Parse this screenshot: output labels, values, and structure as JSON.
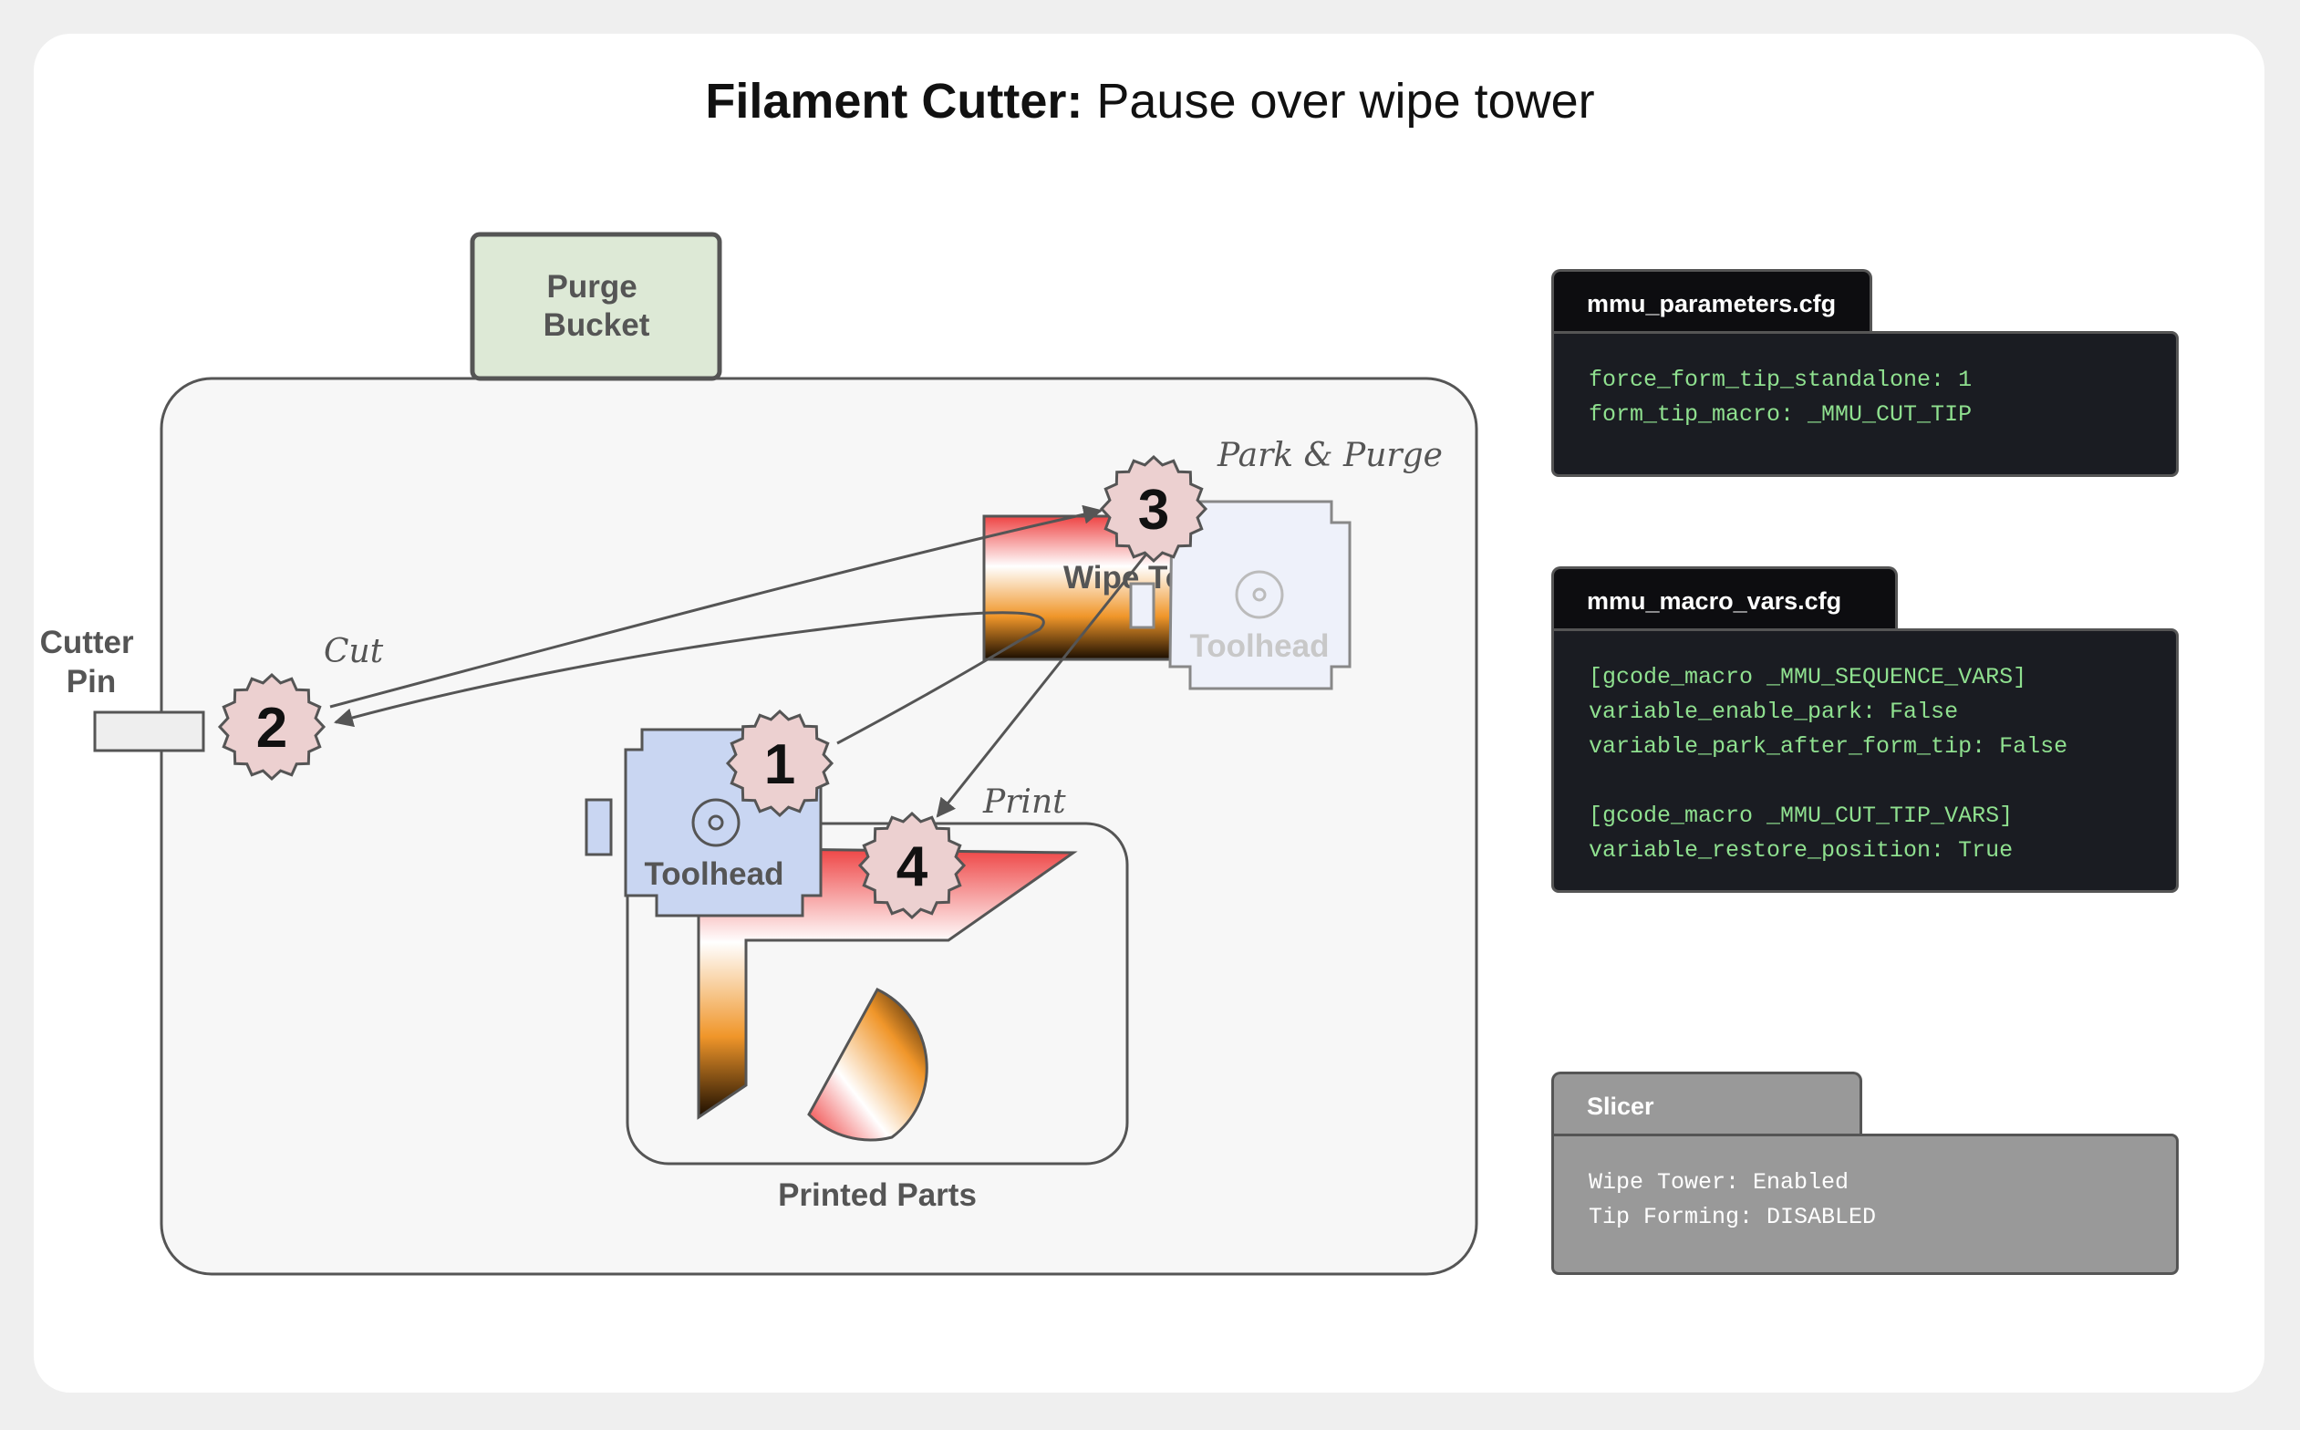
{
  "title": {
    "bold": "Filament Cutter:",
    "rest": " Pause over wipe tower"
  },
  "diagram": {
    "purge_bucket": "Purge\nBucket",
    "cutter_pin": "Cutter\nPin",
    "wipe_tower": "Wipe Tower",
    "toolhead_active": "Toolhead",
    "toolhead_ghost": "Toolhead",
    "printed_parts": "Printed Parts",
    "step_labels": {
      "cut": "Cut",
      "park": "Park & Purge",
      "print": "Print"
    },
    "steps": [
      "1",
      "2",
      "3",
      "4"
    ]
  },
  "panels": {
    "params": {
      "tab": "mmu_parameters.cfg",
      "lines": [
        "force_form_tip_standalone: 1",
        "form_tip_macro: _MMU_CUT_TIP"
      ]
    },
    "macro_vars": {
      "tab": "mmu_macro_vars.cfg",
      "lines": [
        "[gcode_macro _MMU_SEQUENCE_VARS]",
        "variable_enable_park: False",
        "variable_park_after_form_tip: False",
        "",
        "[gcode_macro _MMU_CUT_TIP_VARS]",
        "variable_restore_position: True"
      ]
    },
    "slicer": {
      "tab": "Slicer",
      "lines": [
        "Wipe Tower: Enabled",
        "Tip Forming: DISABLED"
      ]
    }
  },
  "colors": {
    "bed_fill": "#f7f7f7",
    "bucket_fill": "#dde9d6",
    "toolhead_fill": "#c9d6f2",
    "ghost_fill": "#eef1fa",
    "badge_fill": "#ecd0d0",
    "code_green": "#8fe08f"
  }
}
